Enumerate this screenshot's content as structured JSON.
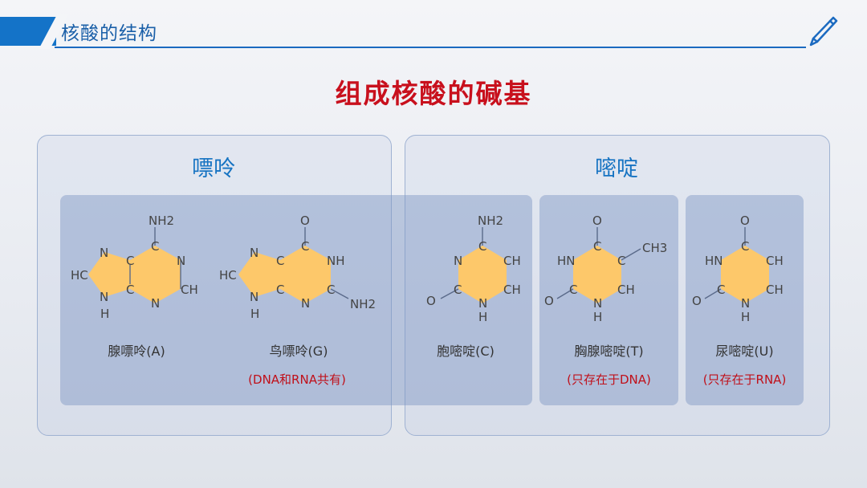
{
  "header": {
    "title": "核酸的结构"
  },
  "main_title": "组成核酸的碱基",
  "groups": {
    "purine": "嘌呤",
    "pyrimidine": "嘧啶"
  },
  "colors": {
    "accent": "#1473c8",
    "title_red": "#c8101d",
    "ring_fill": "#fdc86a",
    "card": "#8a9fc8"
  },
  "bases": [
    {
      "name": "腺嘌呤(A)",
      "note": ""
    },
    {
      "name": "鸟嘌呤(G)",
      "note": "(DNA和RNA共有)"
    },
    {
      "name": "胞嘧啶(C)",
      "note": ""
    },
    {
      "name": "胸腺嘧啶(T)",
      "note": "(只存在于DNA)"
    },
    {
      "name": "尿嘧啶(U)",
      "note": "(只存在于RNA)"
    }
  ],
  "atoms": {
    "N": "N",
    "C": "C",
    "H": "H",
    "O": "O",
    "HC": "HC",
    "CH": "CH",
    "NH": "NH",
    "HN": "HN",
    "NH2": "NH2",
    "CH3": "CH3"
  }
}
